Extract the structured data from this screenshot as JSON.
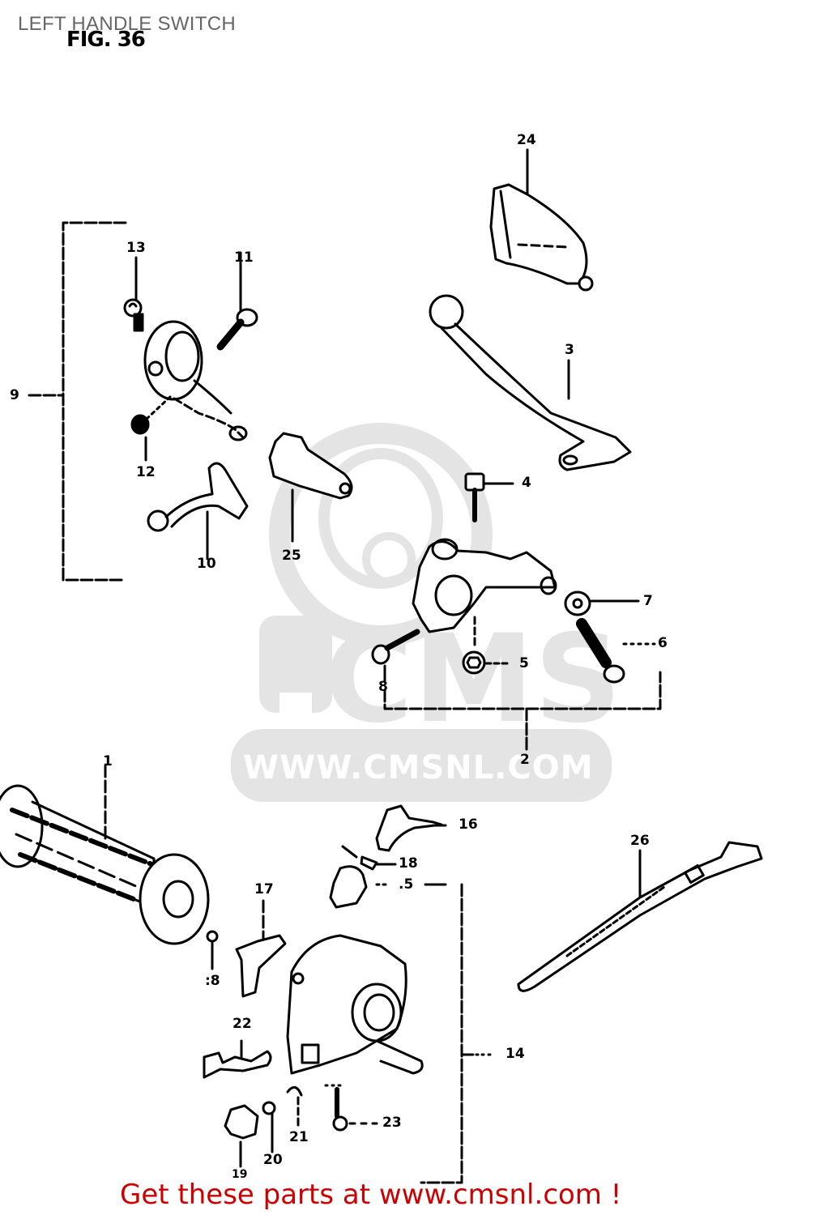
{
  "header": {
    "title": "LEFT HANDLE SWITCH",
    "figure_label": "FIG. 36"
  },
  "watermark": {
    "logo_text": "CMS",
    "url_text": "WWW.CMSNL.COM",
    "color": "#e0e0e0"
  },
  "callouts": [
    {
      "id": "1",
      "part": "grip"
    },
    {
      "id": "2",
      "part": "lever-holder-assembly"
    },
    {
      "id": "3",
      "part": "clutch-lever"
    },
    {
      "id": "4",
      "part": "lever-bolt"
    },
    {
      "id": "5",
      "part": "nut"
    },
    {
      "id": "6",
      "part": "adjuster"
    },
    {
      "id": "7",
      "part": "lock-nut"
    },
    {
      "id": "8",
      "part": "holder-bolt"
    },
    {
      "id": "9",
      "part": "choke-lever-assembly"
    },
    {
      "id": "10",
      "part": "choke-lever"
    },
    {
      "id": "11",
      "part": "bolt"
    },
    {
      "id": "12",
      "part": "nut"
    },
    {
      "id": "13",
      "part": "screw"
    },
    {
      "id": "14",
      "part": "switch-housing-assembly"
    },
    {
      "id": "15",
      "part": "switch-knob"
    },
    {
      "id": "16",
      "part": "switch-cover"
    },
    {
      "id": "17",
      "part": "switch-knob"
    },
    {
      "id": "18",
      "part": "screw"
    },
    {
      "id": "19",
      "part": "switch-piece"
    },
    {
      "id": "20",
      "part": "ball"
    },
    {
      "id": "21",
      "part": "spring"
    },
    {
      "id": "22",
      "part": "switch-plate"
    },
    {
      "id": "23",
      "part": "screw"
    },
    {
      "id": "24",
      "part": "lever-cover"
    },
    {
      "id": "25",
      "part": "cable-guide"
    },
    {
      "id": "26",
      "part": "band"
    }
  ],
  "labels": {
    "l1": "1",
    "l2": "2",
    "l3": "3",
    "l4": "4",
    "l5": "5",
    "l5b": ".5",
    "l6": "6",
    "l7": "7",
    "l8": "8",
    "l9": "9",
    "l10": "10",
    "l11": "11",
    "l12": "12",
    "l13": "13",
    "l14": "14",
    "l16": "16",
    "l17": "17",
    "l18a": "18",
    "l18b": ":8",
    "l19": "19",
    "l20": "20",
    "l21": "21",
    "l22": "22",
    "l23": "23",
    "l24": "24",
    "l25": "25",
    "l26": "26"
  },
  "footer": {
    "prefix": "Get these parts at ",
    "link": "www.cmsnl.com",
    "suffix": " !",
    "color": "#cc0000"
  }
}
